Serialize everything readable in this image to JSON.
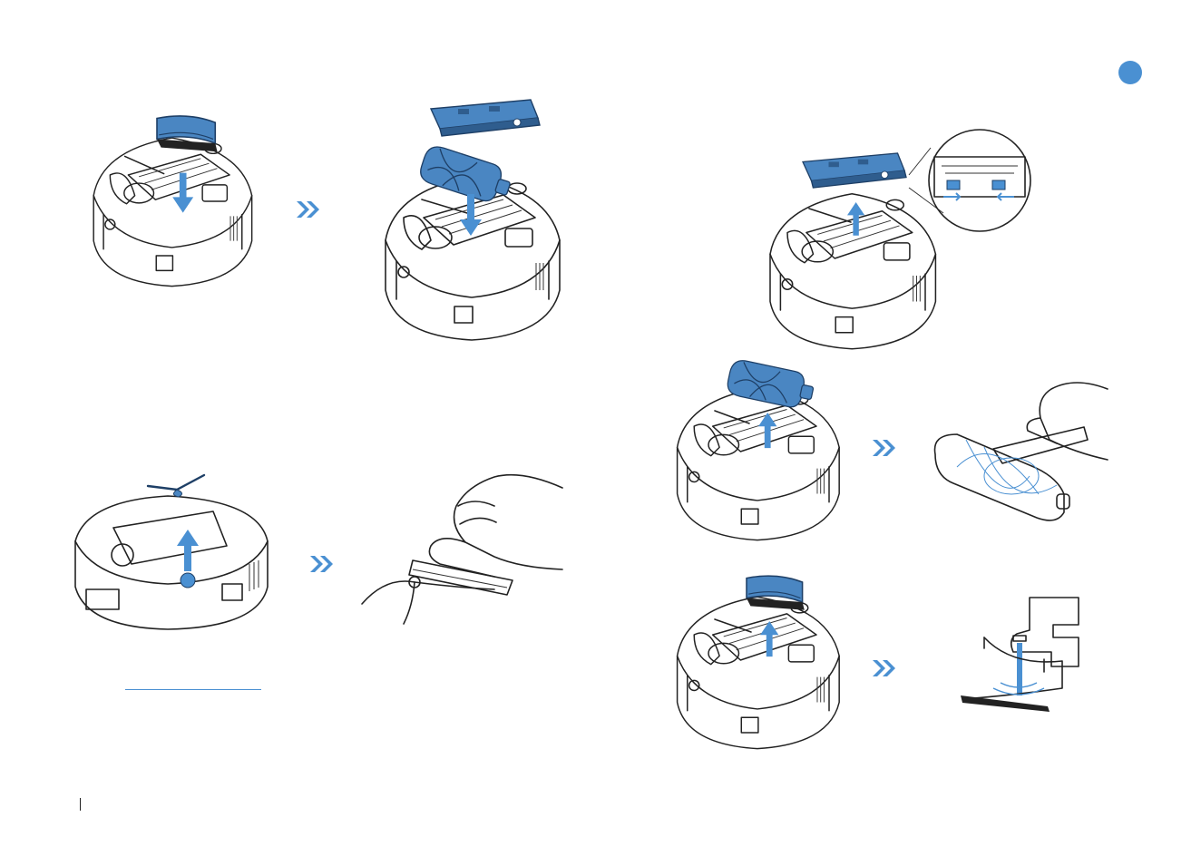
{
  "colors": {
    "accent": "#4a90d2",
    "part_fill": "#4a86c2",
    "part_dark": "#2f5d8e",
    "outline": "#222222"
  },
  "icons": {
    "step_arrow": "double-chevron-right-icon",
    "motion_arrow": "arrow-icon",
    "badge": "circle-badge-icon"
  },
  "illustrations": [
    {
      "name": "robot-insert-brush-guard",
      "part": "brush-guard",
      "motion": "down"
    },
    {
      "name": "robot-insert-main-brush-and-guard",
      "part": "main-brush",
      "motion": "down"
    },
    {
      "name": "robot-remove-side-brush",
      "part": "side-brush",
      "motion": "up"
    },
    {
      "name": "hand-cleaning-side-brush",
      "part": "side-brush",
      "motion": "none"
    },
    {
      "name": "robot-remove-brush-guard-detail",
      "part": "brush-guard",
      "motion": "up"
    },
    {
      "name": "robot-remove-main-brush",
      "part": "main-brush",
      "motion": "up"
    },
    {
      "name": "hand-cutting-hair-from-brush",
      "part": "main-brush",
      "motion": "none"
    },
    {
      "name": "robot-remove-rubber-guard",
      "part": "brush-guard",
      "motion": "up"
    },
    {
      "name": "rinse-guard-under-tap",
      "part": "brush-guard",
      "motion": "none"
    }
  ]
}
